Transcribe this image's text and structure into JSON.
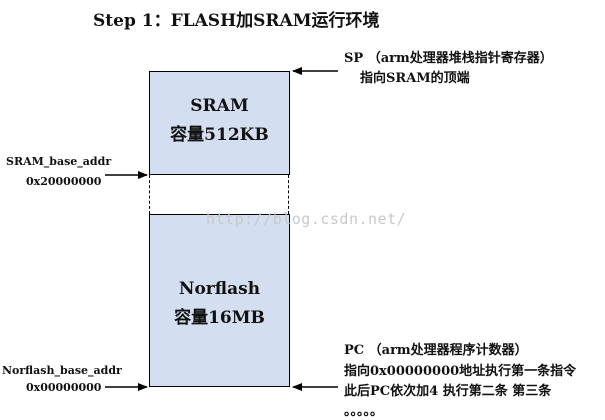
{
  "title": "Step 1：FLASH加SRAM运行环境",
  "blocks": {
    "sram": {
      "line1": "SRAM",
      "line2": "容量512KB"
    },
    "norflash": {
      "line1": "Norflash",
      "line2": "容量16MB"
    }
  },
  "left_labels": {
    "sram_base": {
      "name": "SRAM_base_addr",
      "addr": "0x20000000"
    },
    "norflash_base": {
      "name": "Norflash_base_addr",
      "addr": "0x00000000"
    }
  },
  "annotations": {
    "sp": {
      "line1": "SP （arm处理器堆栈指针寄存器）",
      "line2": "指向SRAM的顶端"
    },
    "pc": {
      "line1": "PC （arm处理器程序计数器）",
      "line2": "指向0x00000000地址执行第一条指令",
      "line3": "此后PC依次加4 执行第二条 第三条",
      "line4": "。。。。。"
    }
  },
  "watermark": "http://blog.csdn.net/",
  "colors": {
    "block_fill": "#d3dff0",
    "stroke": "#000000"
  }
}
